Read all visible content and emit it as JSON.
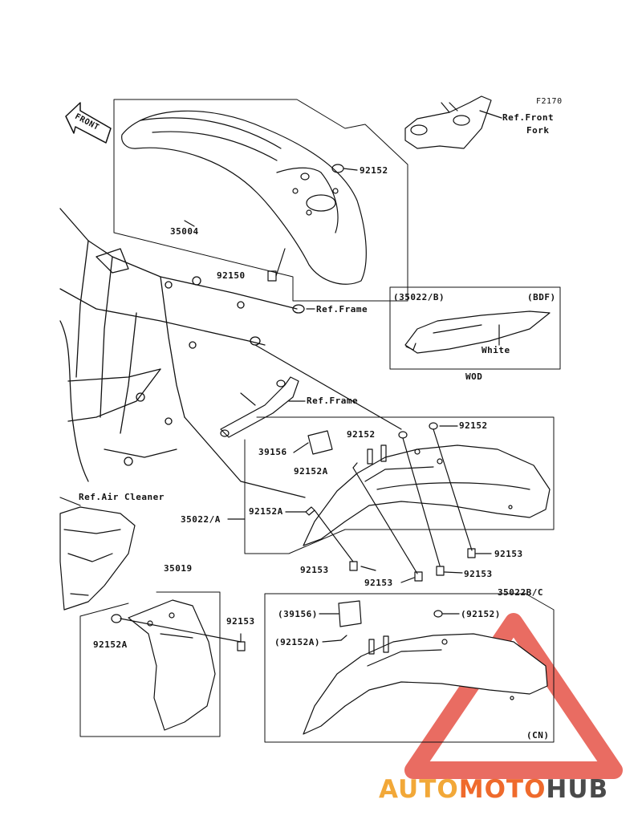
{
  "figure_code": "F2170",
  "front_arrow_text": "FRONT",
  "colors": {
    "line": "#111111",
    "watermark_red": "#e23b2e",
    "logo_yellow": "#f2a838",
    "logo_orange": "#ef6a2c",
    "logo_gray": "#4a4a4a"
  },
  "labels": {
    "ref_front_fork_1": "Ref.Front",
    "ref_front_fork_2": "Fork",
    "p92152_top": "92152",
    "p35004": "35004",
    "p92150": "92150",
    "ref_frame_1": "Ref.Frame",
    "ref_frame_2": "Ref.Frame",
    "inset_part": "(35022/B)",
    "inset_bdf": "(BDF)",
    "inset_white": "White",
    "inset_wod": "WOD",
    "p92152_a": "92152",
    "p92152_b": "92152",
    "p39156": "39156",
    "p92152A_1": "92152A",
    "p35022A": "35022/A",
    "p92152A_2": "92152A",
    "p92153_1": "92153",
    "p92153_2": "92153",
    "p92153_3": "92153",
    "p92153_4": "92153",
    "ref_air_cleaner": "Ref.Air Cleaner",
    "p35019": "35019",
    "p92153_5": "92153",
    "p92152A_3": "92152A",
    "p35022BC": "35022B/C",
    "p39156_paren": "(39156)",
    "p92152_paren": "(92152)",
    "p92152A_paren": "(92152A)",
    "cn": "(CN)"
  },
  "logo": {
    "part1": "AUTO",
    "part2": "MOTO",
    "part3": "HUB"
  }
}
